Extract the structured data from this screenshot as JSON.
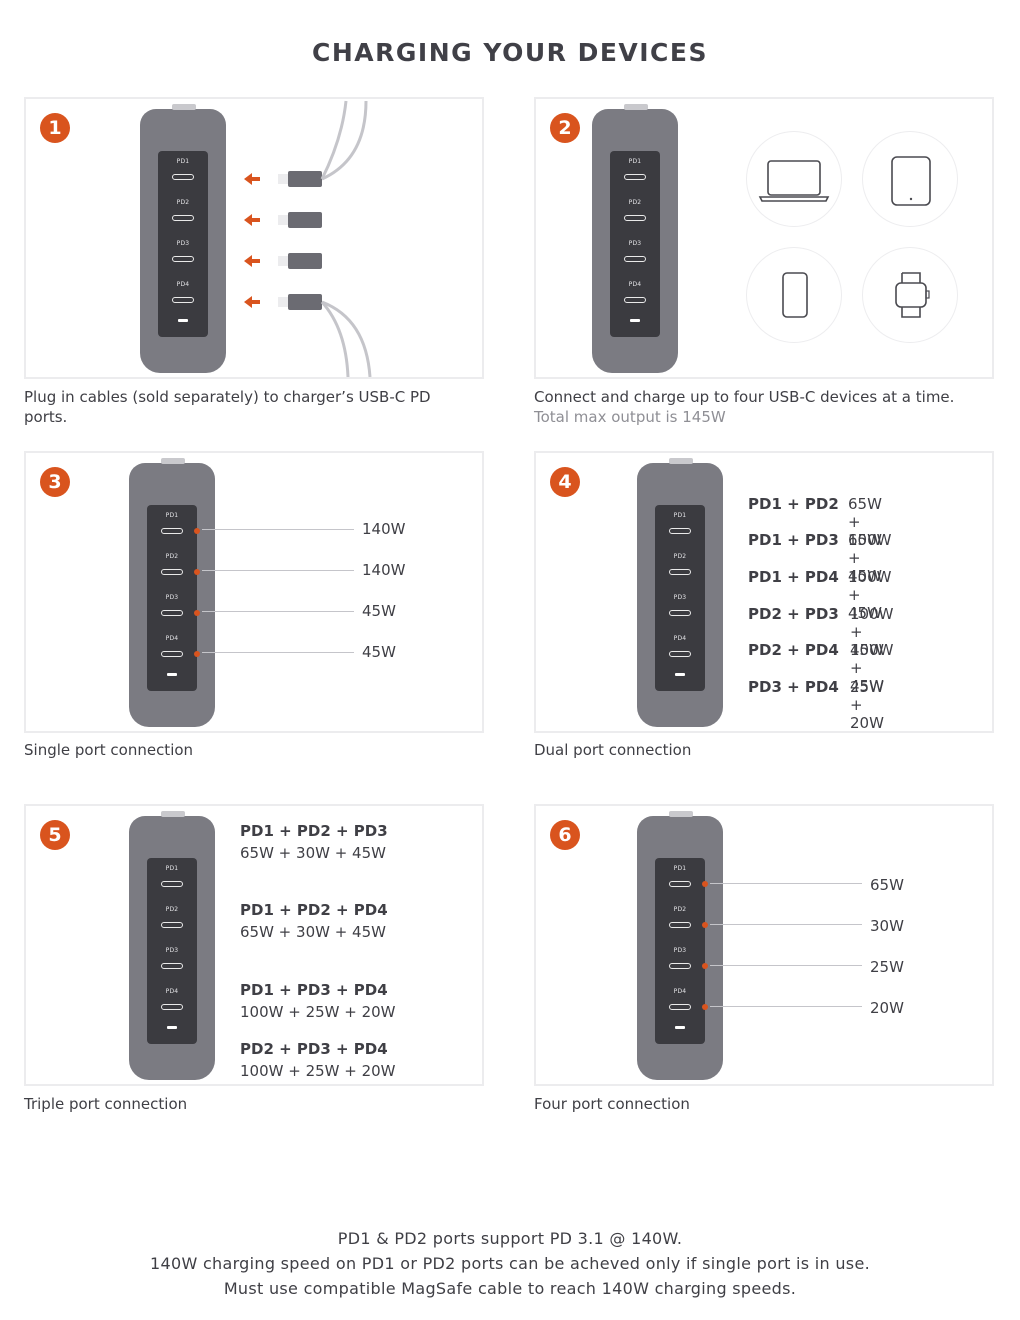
{
  "title": "CHARGING YOUR DEVICES",
  "port_labels": [
    "PD1",
    "PD2",
    "PD3",
    "PD4"
  ],
  "accent_color": "#d9541e",
  "steps": [
    {
      "number": "1",
      "caption": "Plug in cables (sold separately) to charger’s USB-C PD ports."
    },
    {
      "number": "2",
      "caption": "Connect and charge up to four USB-C devices at a time.",
      "subcaption": "Total max output is 145W",
      "devices": [
        "laptop-icon",
        "tablet-icon",
        "phone-icon",
        "watch-icon"
      ]
    },
    {
      "number": "3",
      "caption": "Single port connection",
      "outputs": [
        "140W",
        "140W",
        "45W",
        "45W"
      ]
    },
    {
      "number": "4",
      "caption": "Dual port connection",
      "combos": [
        {
          "ports": "PD1 + PD2",
          "watts": "65W + 65W"
        },
        {
          "ports": "PD1 + PD3",
          "watts": "100W + 45W"
        },
        {
          "ports": "PD1 + PD4",
          "watts": "100W + 45W"
        },
        {
          "ports": "PD2 + PD3",
          "watts": "100W + 45W"
        },
        {
          "ports": "PD2 + PD4",
          "watts": "100W + 45W"
        },
        {
          "ports": "PD3 + PD4",
          "watts": "25W + 20W"
        }
      ]
    },
    {
      "number": "5",
      "caption": "Triple port connection",
      "combos": [
        {
          "ports": "PD1 + PD2 + PD3",
          "watts": "65W + 30W + 45W"
        },
        {
          "ports": "PD1 + PD2 + PD4",
          "watts": "65W + 30W + 45W"
        },
        {
          "ports": "PD1 + PD3 + PD4",
          "watts": "100W + 25W + 20W"
        },
        {
          "ports": "PD2 + PD3 + PD4",
          "watts": "100W + 25W + 20W"
        }
      ]
    },
    {
      "number": "6",
      "caption": "Four port connection",
      "outputs": [
        "65W",
        "30W",
        "25W",
        "20W"
      ]
    }
  ],
  "footer": [
    "PD1 & PD2 ports support PD 3.1 @ 140W.",
    "140W charging speed on PD1 or PD2 ports can be acheved only if single port is in use.",
    "Must use compatible MagSafe cable to reach 140W charging speeds."
  ]
}
